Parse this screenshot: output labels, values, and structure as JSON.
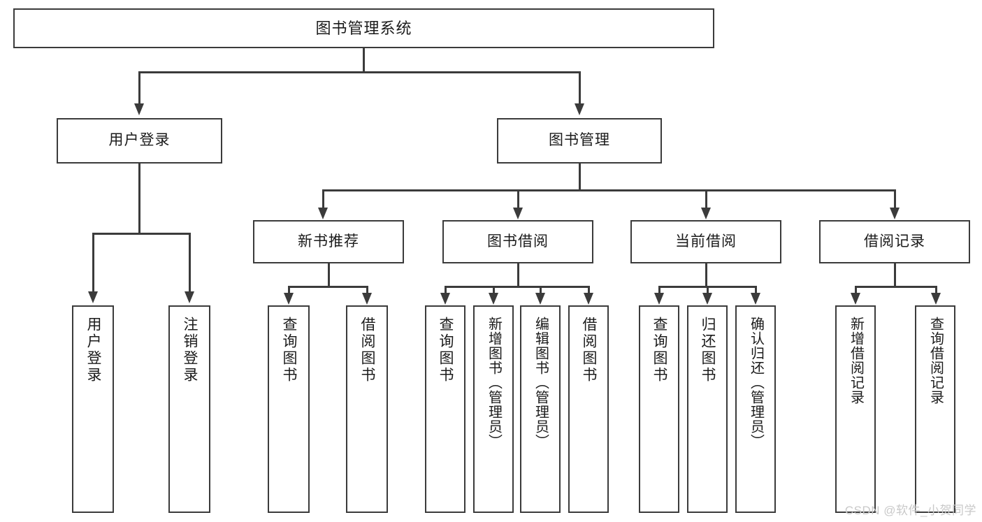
{
  "diagram": {
    "type": "tree-hierarchy",
    "title": "图书管理系统",
    "watermark": "CSDN @软件_小贺同学",
    "colors": {
      "stroke": "#3b3b3b",
      "fill": "#ffffff",
      "text": "#1b1b1b",
      "watermark": "#c9c9c9"
    },
    "levels": {
      "root": {
        "label": "图书管理系统"
      },
      "level2": [
        {
          "id": "user-login",
          "label": "用户登录"
        },
        {
          "id": "book-manage",
          "label": "图书管理"
        }
      ],
      "level3": [
        {
          "id": "new-book-recommend",
          "label": "新书推荐"
        },
        {
          "id": "book-borrow",
          "label": "图书借阅"
        },
        {
          "id": "current-borrow",
          "label": "当前借阅"
        },
        {
          "id": "borrow-record",
          "label": "借阅记录"
        }
      ],
      "leaves": [
        {
          "id": "leaf-user-login",
          "label": "用户登录",
          "parent": "user-login"
        },
        {
          "id": "leaf-user-logout",
          "label": "注销登录",
          "parent": "user-login"
        },
        {
          "id": "leaf-query-book-1",
          "label": "查询图书",
          "parent": "new-book-recommend"
        },
        {
          "id": "leaf-borrow-book-1",
          "label": "借阅图书",
          "parent": "new-book-recommend"
        },
        {
          "id": "leaf-query-book-2",
          "label": "查询图书",
          "parent": "book-borrow"
        },
        {
          "id": "leaf-add-book",
          "label": "新增图书（管理员）",
          "parent": "book-borrow"
        },
        {
          "id": "leaf-edit-book",
          "label": "编辑图书（管理员）",
          "parent": "book-borrow"
        },
        {
          "id": "leaf-borrow-book-2",
          "label": "借阅图书",
          "parent": "book-borrow"
        },
        {
          "id": "leaf-query-book-3",
          "label": "查询图书",
          "parent": "current-borrow"
        },
        {
          "id": "leaf-return-book",
          "label": "归还图书",
          "parent": "current-borrow"
        },
        {
          "id": "leaf-confirm-return",
          "label": "确认归还（管理员）",
          "parent": "current-borrow"
        },
        {
          "id": "leaf-add-borrow-record",
          "label": "新增借阅记录",
          "parent": "borrow-record"
        },
        {
          "id": "leaf-query-borrow-record",
          "label": "查询借阅记录",
          "parent": "borrow-record"
        }
      ]
    }
  }
}
